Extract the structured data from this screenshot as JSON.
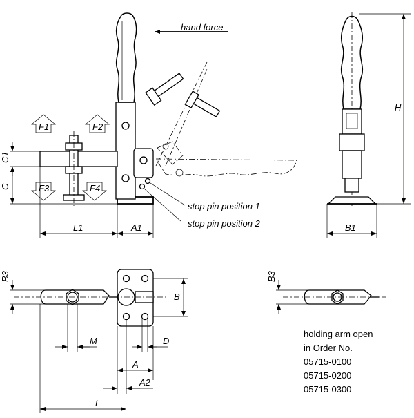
{
  "labels": {
    "hand_force": "hand force",
    "stop_pin_1": "stop pin position 1",
    "stop_pin_2": "stop pin position 2"
  },
  "force_arrows": [
    "F1",
    "F2",
    "F3",
    "F4"
  ],
  "dimensions": {
    "C1": "C1",
    "C": "C",
    "L1": "L1",
    "A1": "A1",
    "H": "H",
    "B1": "B1",
    "B3": "B3",
    "B": "B",
    "M": "M",
    "D": "D",
    "A": "A",
    "A2": "A2",
    "L": "L"
  },
  "note": {
    "line1": "holding arm open",
    "line2": "in Order No.",
    "line3": "05715-0100",
    "line4": "05715-0200",
    "line5": "05715-0300"
  }
}
